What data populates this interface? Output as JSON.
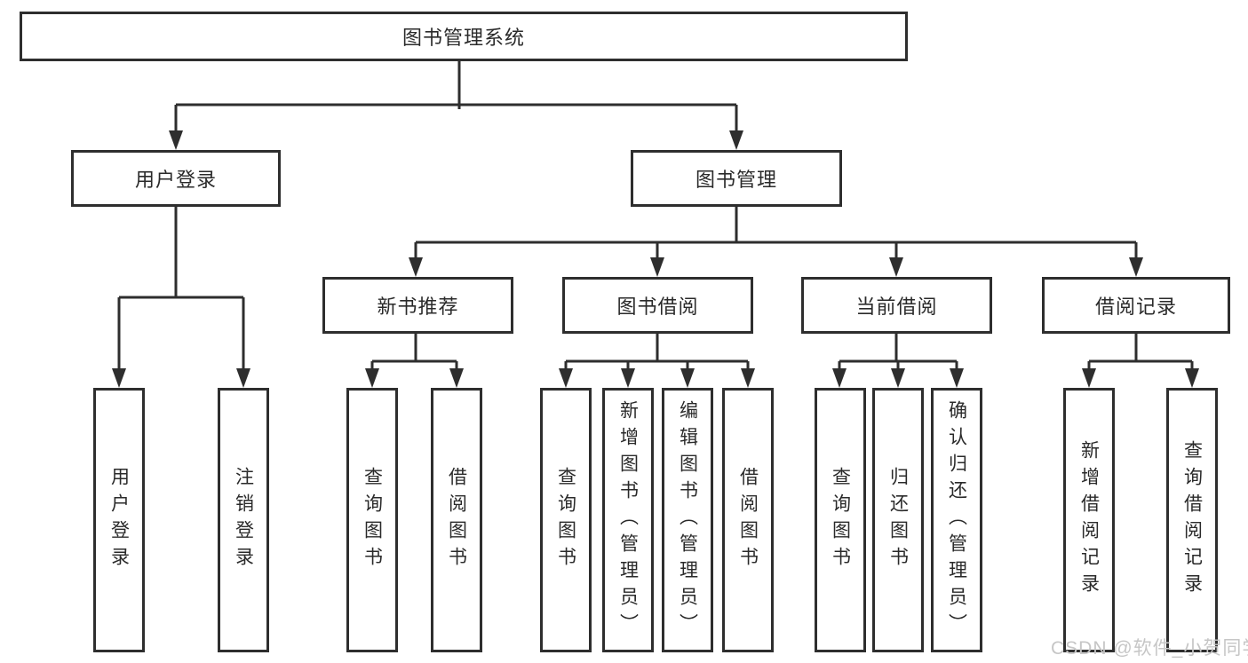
{
  "nodes": {
    "root": "图书管理系统",
    "user_login": "用户登录",
    "book_management": "图书管理",
    "new_book_recommend": "新书推荐",
    "book_borrow": "图书借阅",
    "current_borrow": "当前借阅",
    "borrow_records": "借阅记录",
    "leaf_user_login": "用户登录",
    "leaf_logout": "注销登录",
    "rec_query_books": "查询图书",
    "rec_borrow_books": "借阅图书",
    "bb_query_books": "查询图书",
    "bb_add_books_admin": "新增图书（管理员）",
    "bb_edit_books_admin": "编辑图书（管理员）",
    "bb_borrow_books": "借阅图书",
    "cb_query_books": "查询图书",
    "cb_return_books": "归还图书",
    "cb_confirm_return_admin": "确认归还（管理员）",
    "br_add_record": "新增借阅记录",
    "br_query_record": "查询借阅记录"
  },
  "watermark": "CSDN @软件_小贺同学",
  "colors": {
    "line": "#2e2e2e",
    "text": "#2a2a2a",
    "watermark": "#c6c6c6",
    "background": "#ffffff"
  }
}
